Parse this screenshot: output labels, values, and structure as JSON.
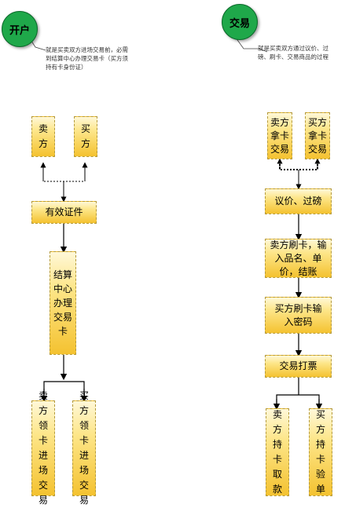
{
  "left": {
    "title": "开户",
    "note": "就是买卖双方进场交易前，必需到结算中心办理交易卡（买方须持有卡身份证）",
    "seller": "卖方",
    "buyer": "买方",
    "cert": "有效证件",
    "center": "结算中心办理交易卡",
    "seller_get": "卖方领卡进场交易",
    "buyer_get": "买方领卡进场交易"
  },
  "right": {
    "title": "交易",
    "note": "就是买卖双方通过议价、过磅、刷卡、交易商品的过程",
    "seller_card": "卖方拿卡交易",
    "buyer_card": "买方拿卡交易",
    "bargain": "议价、过磅",
    "seller_swipe": "卖方刷卡，输入品名、单价，结账",
    "buyer_swipe": "买方刷卡输入密码",
    "print": "交易打票",
    "seller_cash": "卖方持卡取款",
    "buyer_check": "买方持卡验单"
  },
  "colors": {
    "circle": "#1fa84a",
    "box_top": "#fff8d8",
    "box_bottom": "#f4c230",
    "box_border": "#b59a3c"
  }
}
